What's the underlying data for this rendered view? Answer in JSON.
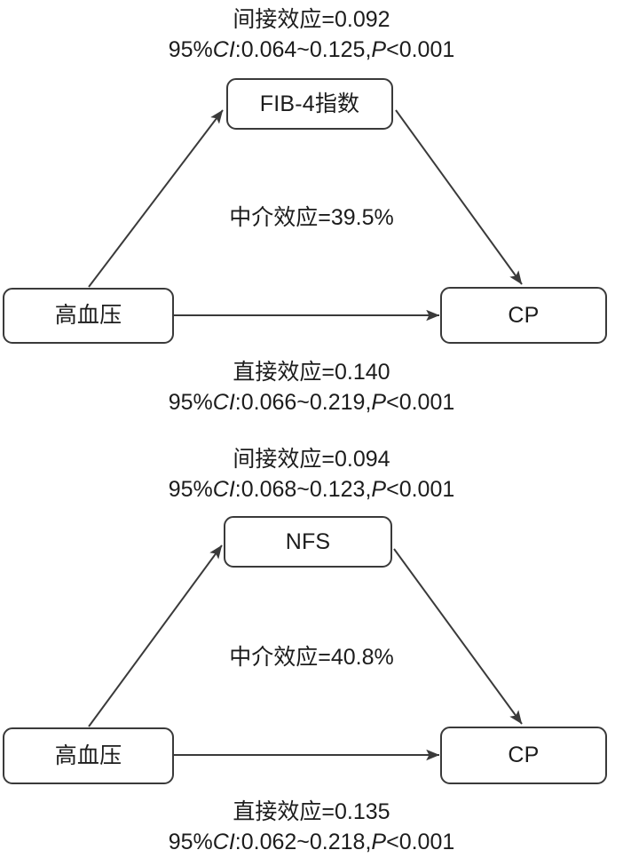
{
  "figure": {
    "type": "mediation-path-diagram",
    "panels": [
      {
        "id": "panel-fib4",
        "indirect_label": "间接效应=0.092",
        "indirect_ci_prefix": "95%",
        "indirect_ci_italic": "CI",
        "indirect_ci_value": ":0.064~0.125,",
        "indirect_p_italic": "P",
        "indirect_p_value": "<0.001",
        "mediator_label": "FIB-4指数",
        "exposure_label": "高血压",
        "outcome_label": "CP",
        "proportion_label": "中介效应=39.5%",
        "direct_label": "直接效应=0.140",
        "direct_ci_prefix": "95%",
        "direct_ci_italic": "CI",
        "direct_ci_value": ":0.066~0.219,",
        "direct_p_italic": "P",
        "direct_p_value": "<0.001"
      },
      {
        "id": "panel-nfs",
        "indirect_label": "间接效应=0.094",
        "indirect_ci_prefix": "95%",
        "indirect_ci_italic": "CI",
        "indirect_ci_value": ":0.068~0.123,",
        "indirect_p_italic": "P",
        "indirect_p_value": "<0.001",
        "mediator_label": "NFS",
        "exposure_label": "高血压",
        "outcome_label": "CP",
        "proportion_label": "中介效应=40.8%",
        "direct_label": "直接效应=0.135",
        "direct_ci_prefix": "95%",
        "direct_ci_italic": "CI",
        "direct_ci_value": ":0.062~0.218,",
        "direct_p_italic": "P",
        "direct_p_value": "<0.001"
      }
    ]
  },
  "chart_data": {
    "type": "diagram",
    "title": "",
    "models": [
      {
        "mediator": "FIB-4指数",
        "exposure": "高血压",
        "outcome": "CP",
        "indirect_effect": 0.092,
        "indirect_ci_low": 0.064,
        "indirect_ci_high": 0.125,
        "indirect_p": "<0.001",
        "direct_effect": 0.14,
        "direct_ci_low": 0.066,
        "direct_ci_high": 0.219,
        "direct_p": "<0.001",
        "mediation_proportion_percent": 39.5
      },
      {
        "mediator": "NFS",
        "exposure": "高血压",
        "outcome": "CP",
        "indirect_effect": 0.094,
        "indirect_ci_low": 0.068,
        "indirect_ci_high": 0.123,
        "indirect_p": "<0.001",
        "direct_effect": 0.135,
        "direct_ci_low": 0.062,
        "direct_ci_high": 0.218,
        "direct_p": "<0.001",
        "mediation_proportion_percent": 40.8
      }
    ],
    "colors": {
      "stroke": "#3a3a3a",
      "text": "#1c1c1c",
      "background": "#ffffff"
    }
  }
}
